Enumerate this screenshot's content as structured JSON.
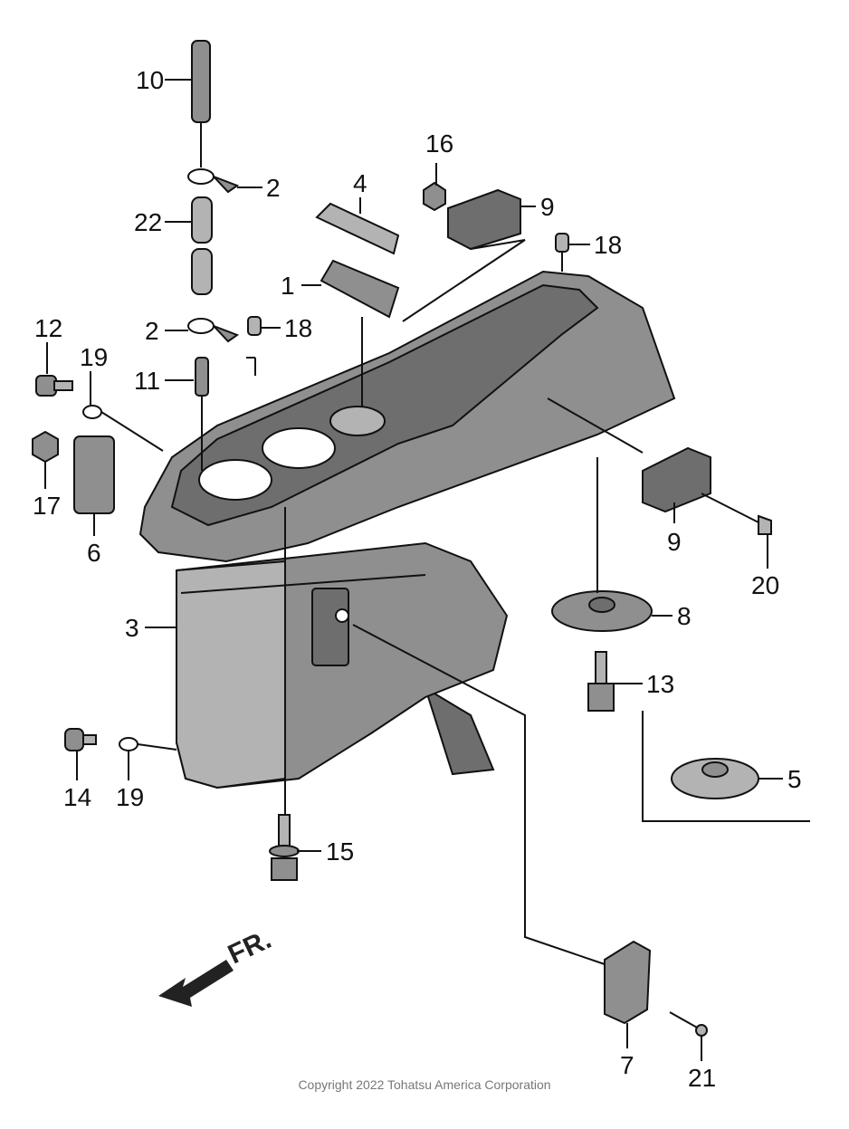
{
  "diagram": {
    "part_labels": {
      "p1": "1",
      "p2a": "2",
      "p2b": "2",
      "p3": "3",
      "p4": "4",
      "p5": "5",
      "p6": "6",
      "p7": "7",
      "p8": "8",
      "p9a": "9",
      "p9b": "9",
      "p10": "10",
      "p11": "11",
      "p12": "12",
      "p13": "13",
      "p14": "14",
      "p15": "15",
      "p16": "16",
      "p17": "17",
      "p18a": "18",
      "p18b": "18",
      "p19a": "19",
      "p19b": "19",
      "p20": "20",
      "p21": "21",
      "p22": "22"
    },
    "direction_label": "FR.",
    "copyright": "Copyright 2022 Tohatsu America Corporation"
  }
}
